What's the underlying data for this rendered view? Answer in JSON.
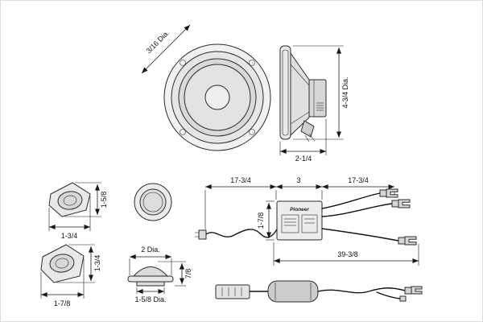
{
  "woofer_front": {
    "diameter": "3/16 Dia."
  },
  "woofer_side": {
    "height": "4-3/4 Dia.",
    "depth": "2-1/4"
  },
  "tweeter_surface_a": {
    "height": "1-5/8",
    "width": "1-3/4"
  },
  "tweeter_surface_b": {
    "height": "1-3/4",
    "width": "1-7/8"
  },
  "tweeter_flush": {
    "top_diameter": "2 Dia.",
    "height": "7/8",
    "bottom_diameter": "1-5/8 Dia."
  },
  "crossover": {
    "wire_left_length": "17-3/4",
    "network_width": "3",
    "wire_right_length": "17-3/4",
    "network_height": "1-7/8",
    "total_length": "39-3/8",
    "brand": "Pioneer"
  }
}
